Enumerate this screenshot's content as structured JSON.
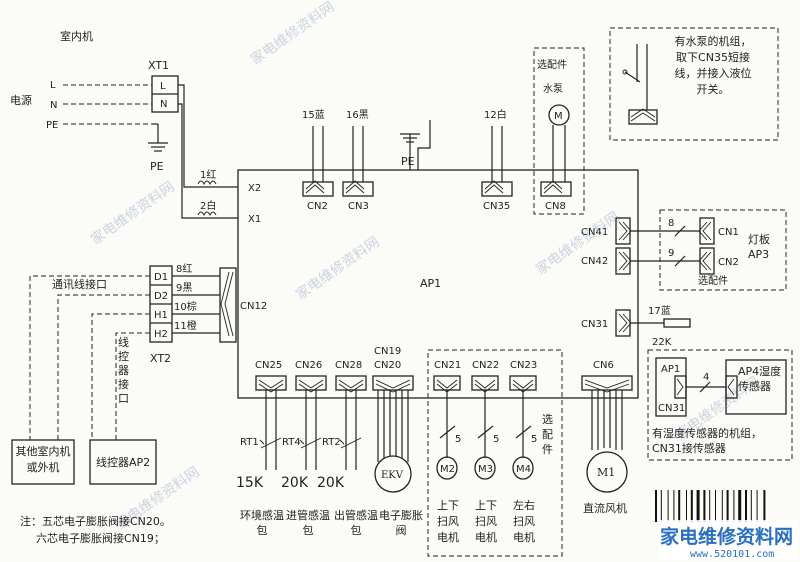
{
  "title": "室内机",
  "power": {
    "label": "电源",
    "terminal_block": "XT1",
    "pins": [
      "L",
      "N"
    ],
    "lines": [
      "L",
      "N",
      "PE"
    ],
    "ground": "PE"
  },
  "main_board": "AP1",
  "ground_board": "PE",
  "terminals": {
    "x2": "X2",
    "x1": "X1",
    "wire_x2": "1红",
    "wire_x1": "2白"
  },
  "top_connectors": {
    "cn2": {
      "wire": "15蓝",
      "label": "CN2"
    },
    "cn3": {
      "wire": "16黑",
      "label": "CN3"
    },
    "cn35": {
      "wire": "12白",
      "label": "CN35"
    },
    "cn8": {
      "label": "CN8"
    }
  },
  "pump_box": {
    "title": "选配件",
    "name": "水泵"
  },
  "pump_note": "有水泵的机组，取下CN35短接线，并接入液位开关。",
  "comm": {
    "label": "通讯线接口",
    "block": "XT2",
    "pins": [
      "D1",
      "D2",
      "H1",
      "H2"
    ],
    "wires": [
      "8红",
      "9黑",
      "10棕",
      "11橙"
    ],
    "connector": "CN12",
    "wired_controller_interface": "线控器接口"
  },
  "remote_boxes": {
    "other_units": "其他室内机或外机",
    "controller": "线控器AP2"
  },
  "right_connectors": {
    "cn41": "CN41",
    "cn42": "CN42",
    "cn31": "CN31",
    "wire_8": "8",
    "wire_9": "9",
    "wire_17": "17蓝",
    "resistor": "22K"
  },
  "lamp_board": {
    "cn1": "CN1",
    "cn2": "CN2",
    "name": "灯板AP3",
    "option": "选配件"
  },
  "humidity": {
    "ap1": "AP1",
    "cn31": "CN31",
    "wire": "4",
    "sensor": "AP4湿度传感器",
    "note": "有湿度传感器的机组，CN31接传感器"
  },
  "bottom_connectors": [
    "CN25",
    "CN26",
    "CN28",
    "CN19",
    "CN20",
    "CN21",
    "CN22",
    "CN23",
    "CN6"
  ],
  "sensors": [
    {
      "rt": "RT1",
      "value": "15K",
      "name": "环境感温包"
    },
    {
      "rt": "RT4",
      "value": "20K",
      "name": "进管感温包"
    },
    {
      "rt": "RT2",
      "value": "20K",
      "name": "出管感温包"
    }
  ],
  "ekv": {
    "label": "EKV",
    "name": "电子膨胀阀"
  },
  "louver_motors": [
    {
      "label": "M2",
      "name": "上下扫风电机"
    },
    {
      "label": "M3",
      "name": "上下扫风电机"
    },
    {
      "label": "M4",
      "name": "左右扫风电机"
    }
  ],
  "motor_wire": "5",
  "louver_option": "选配件",
  "fan": {
    "label": "M1",
    "name": "直流风机"
  },
  "note_line1": "注：五芯电子膨胀阀接CN20。",
  "note_line2": "六芯电子膨胀阀接CN19；",
  "watermark": "家电维修资料网",
  "brand": {
    "name": "家电维修资料网",
    "url": "www.520101.com"
  }
}
